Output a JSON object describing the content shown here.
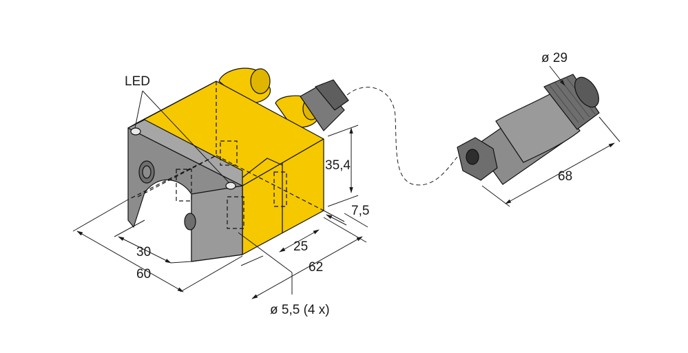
{
  "labels": {
    "led": "LED",
    "height": "35,4",
    "offset": "7,5",
    "width_inner": "30",
    "width_outer": "60",
    "depth_inner": "25",
    "depth_outer": "62",
    "hole": "ø 5,5 (4 x)",
    "connector_diameter": "ø 29",
    "connector_length": "68"
  },
  "colors": {
    "housing_yellow": "#f5c800",
    "housing_yellow_dark": "#d9ad00",
    "metal_gray": "#8c8c8c",
    "metal_gray_dark": "#6e6e6e",
    "metal_gray_light": "#a6a6a6",
    "line": "#111111"
  }
}
